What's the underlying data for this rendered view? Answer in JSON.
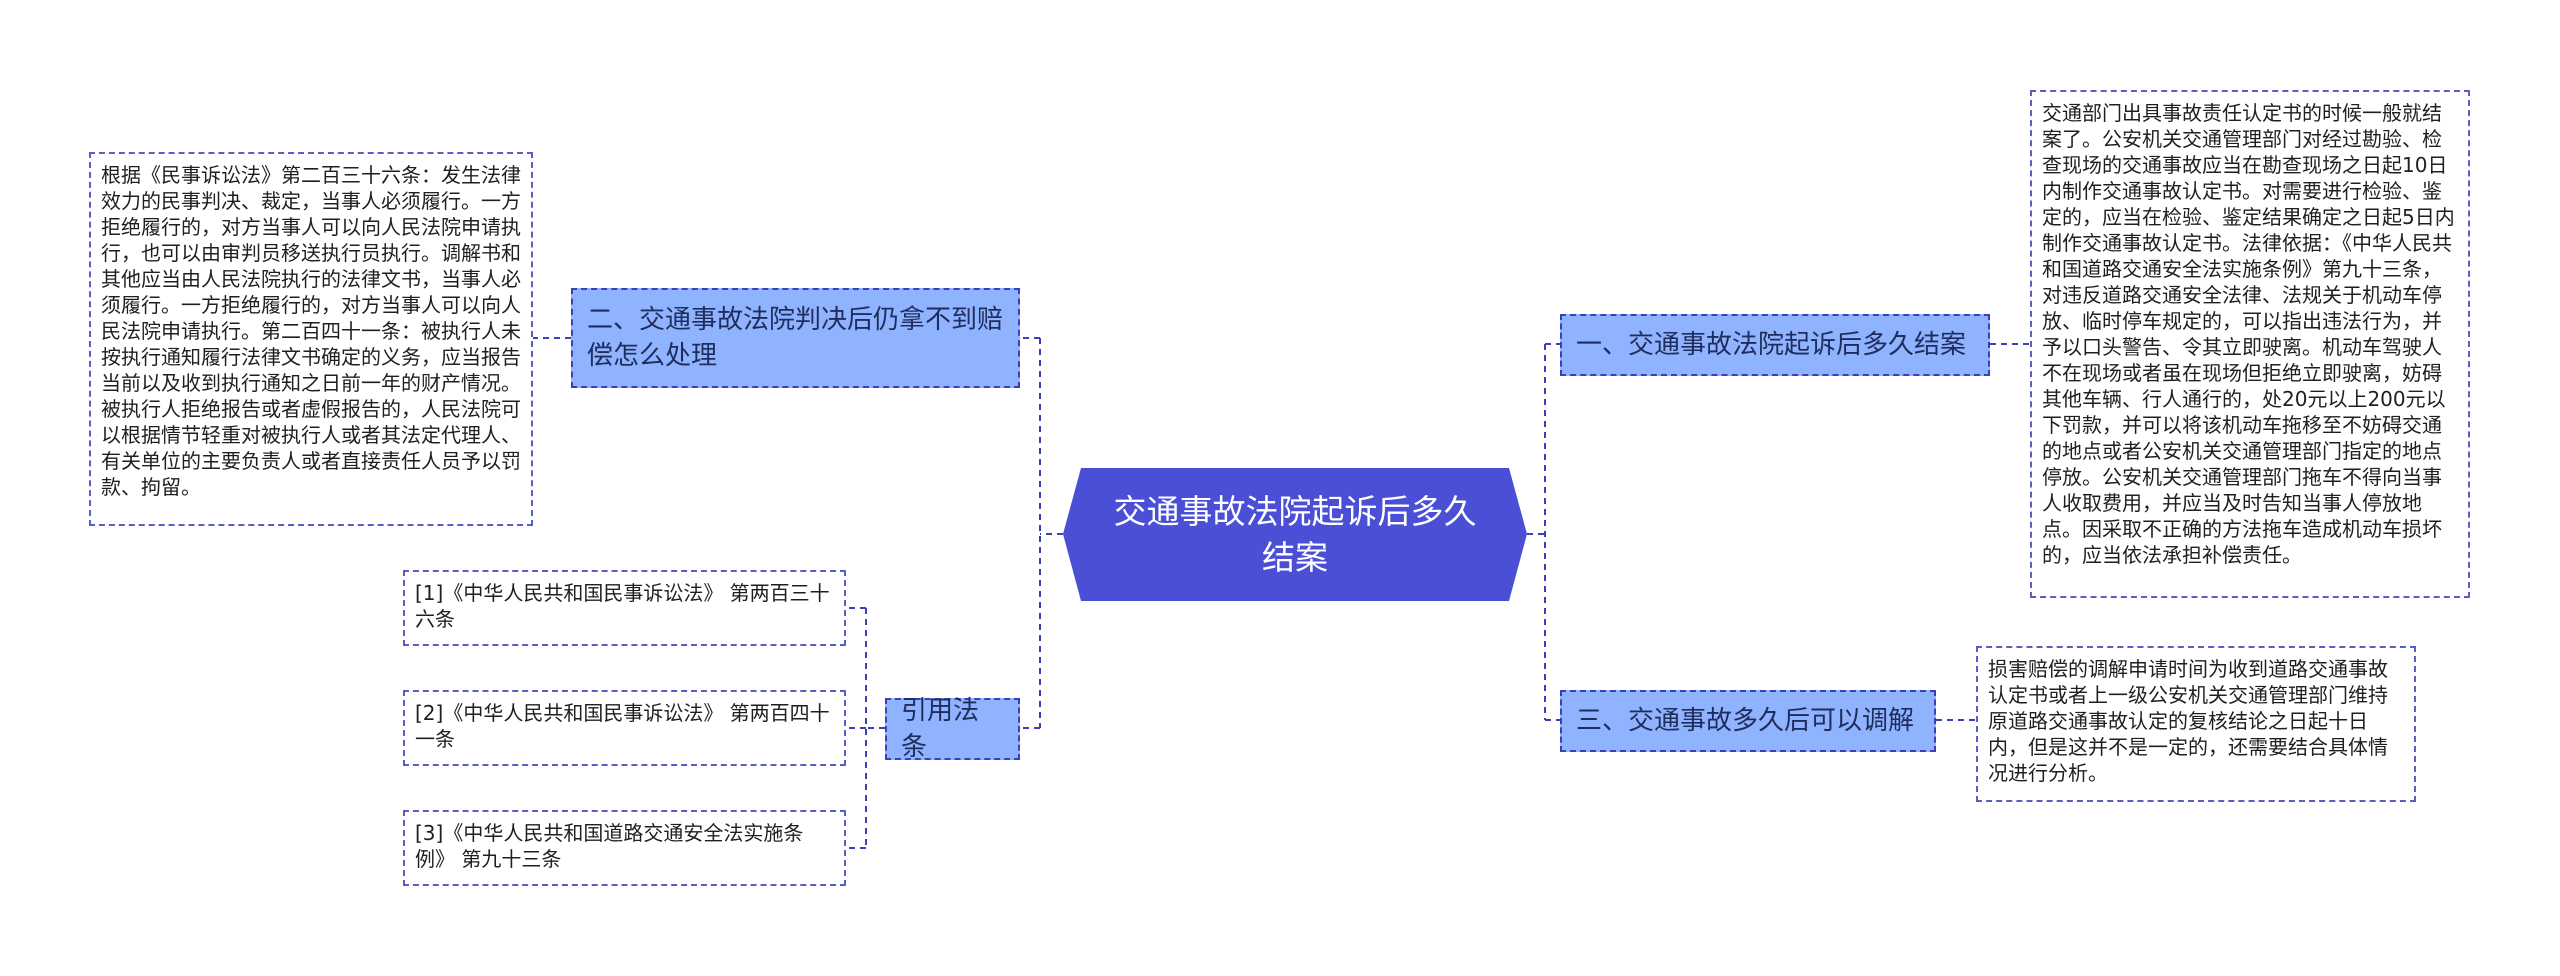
{
  "central": {
    "title": "交通事故法院起诉后多久结案"
  },
  "branches": {
    "b1": "一、交通事故法院起诉后多久结案",
    "b2": "二、交通事故法院判决后仍拿不到赔偿怎么处理",
    "b3": "三、交通事故多久后可以调解",
    "b4": "引用法条"
  },
  "leaves": {
    "l1": "交通部门出具事故责任认定书的时候一般就结案了。公安机关交通管理部门对经过勘验、检查现场的交通事故应当在勘查现场之日起10日内制作交通事故认定书。对需要进行检验、鉴定的，应当在检验、鉴定结果确定之日起5日内制作交通事故认定书。法律依据：《中华人民共和国道路交通安全法实施条例》第九十三条，对违反道路交通安全法律、法规关于机动车停放、临时停车规定的，可以指出违法行为，并予以口头警告、令其立即驶离。机动车驾驶人不在现场或者虽在现场但拒绝立即驶离，妨碍其他车辆、行人通行的，处20元以上200元以下罚款，并可以将该机动车拖移至不妨碍交通的地点或者公安机关交通管理部门指定的地点停放。公安机关交通管理部门拖车不得向当事人收取费用，并应当及时告知当事人停放地点。因采取不正确的方法拖车造成机动车损坏的，应当依法承担补偿责任。",
    "l2": "根据《民事诉讼法》第二百三十六条：发生法律效力的民事判决、裁定，当事人必须履行。一方拒绝履行的，对方当事人可以向人民法院申请执行，也可以由审判员移送执行员执行。调解书和其他应当由人民法院执行的法律文书，当事人必须履行。一方拒绝履行的，对方当事人可以向人民法院申请执行。第二百四十一条：被执行人未按执行通知履行法律文书确定的义务，应当报告当前以及收到执行通知之日前一年的财产情况。被执行人拒绝报告或者虚假报告的，人民法院可以根据情节轻重对被执行人或者其法定代理人、有关单位的主要负责人或者直接责任人员予以罚款、拘留。",
    "l3": "损害赔偿的调解申请时间为收到道路交通事故认定书或者上一级公安机关交通管理部门维持原道路交通事故认定的复核结论之日起十日内，但是这并不是一定的，还需要结合具体情况进行分析。",
    "l4": "[1]《中华人民共和国民事诉讼法》 第两百三十六条",
    "l5": "[2]《中华人民共和国民事诉讼法》 第两百四十一条",
    "l6": "[3]《中华人民共和国道路交通安全法实施条例》 第九十三条"
  },
  "colors": {
    "central_fill": "#4a4fd6",
    "branch_fill": "#8fb3ff",
    "line": "#3d3fb8"
  }
}
